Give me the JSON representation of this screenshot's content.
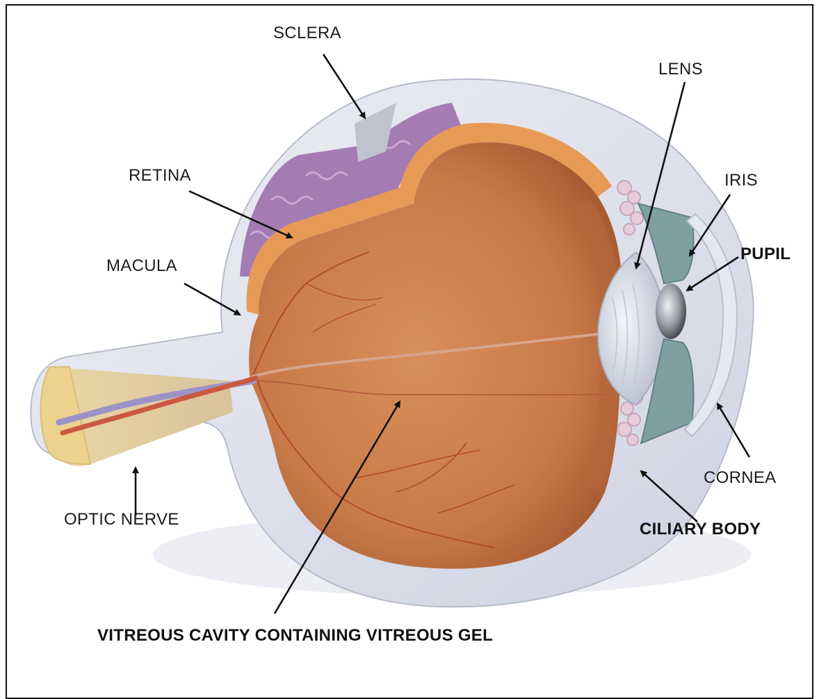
{
  "labels": {
    "sclera": "SCLERA",
    "lens": "LENS",
    "retina": "RETINA",
    "iris": "IRIS",
    "pupil": "PUPIL",
    "macula": "MACULA",
    "cornea": "CORNEA",
    "optic_nerve": "OPTIC NERVE",
    "ciliary_body": "CILIARY BODY",
    "vitreous": "VITREOUS CAVITY CONTAINING VITREOUS GEL"
  },
  "colors": {
    "sclera": "#d9dbe8",
    "choroid": "#9a6fa8",
    "retina": "#e9a05c",
    "vitreous": "#c9784a",
    "iris": "#7f9fa3",
    "lens": "#dfe3ec",
    "vessel_red": "#b5402c",
    "vessel_blue": "#8d8fc4"
  }
}
